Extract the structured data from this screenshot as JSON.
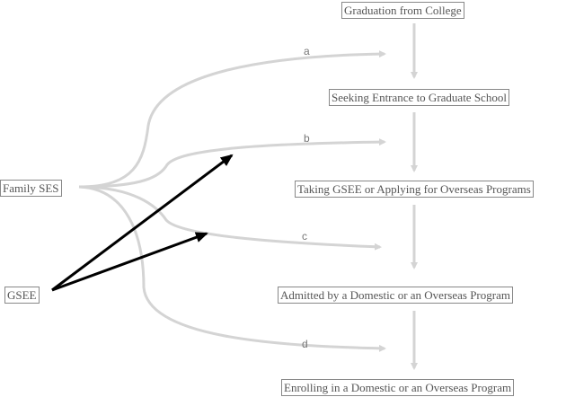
{
  "nodes": {
    "graduation": "Graduation from College",
    "seeking": "Seeking Entrance to Graduate School",
    "taking": "Taking GSEE or Applying for Overseas Programs",
    "admitted": "Admitted by a Domestic or an Overseas Program",
    "enrolling": "Enrolling in a Domestic or an Overseas Program",
    "family_ses": "Family SES",
    "gsee": "GSEE"
  },
  "path_labels": {
    "a": "a",
    "b": "b",
    "c": "c",
    "d": "d"
  },
  "colors": {
    "ses_paths": "#d4d4d4",
    "gsee_paths": "#000000",
    "stage_arrows": "#d4d4d4"
  }
}
